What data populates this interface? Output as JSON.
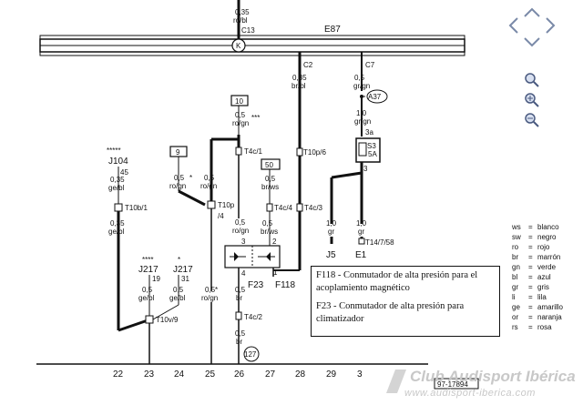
{
  "top_wire": {
    "size": "0,35",
    "color": "ro/bl",
    "connector": "C13"
  },
  "bus": {
    "label": "E87",
    "k_symbol": "K"
  },
  "wire_c2": {
    "connector": "C2",
    "size": "0,35",
    "color": "br/bl"
  },
  "wire_c7": {
    "connector": "C7",
    "size": "0,5",
    "color": "gr/gn",
    "ref": "A37"
  },
  "fuse_wire": {
    "size": "1,0",
    "color": "gr/gn",
    "pin": "3a"
  },
  "fuse": {
    "label": "S3",
    "rating": "5A",
    "pin": "3"
  },
  "box10": {
    "label": "10",
    "size": "0,5",
    "color": "ro/gn",
    "stars": "***",
    "conn": "T4c/1"
  },
  "t10p6": {
    "label": "T10p/6"
  },
  "box9": {
    "label": "9",
    "size": "0,5",
    "color": "ro/gn",
    "star": "*"
  },
  "box50": {
    "label": "50",
    "size": "0,5",
    "color": "br/ws",
    "conn": "T4c/4"
  },
  "mid_wire": {
    "size": "0,5",
    "color": "ro/gn",
    "conn": "T10p",
    "conn_sub": "/4"
  },
  "conn_t4c3": {
    "label": "T4c/3"
  },
  "j104": {
    "stars": "*****",
    "label": "J104",
    "pin": "45",
    "size": "0,35",
    "color": "ge/bl",
    "conn": "T10b/1",
    "size2": "0,35",
    "color2": "ge/bl"
  },
  "j217a": {
    "stars": "****",
    "label": "J217",
    "pin": "19",
    "size": "0,5",
    "color": "ge/bl"
  },
  "j217b": {
    "star": "*",
    "label": "J217",
    "pin": "31",
    "size": "0,5",
    "color": "ge/bl"
  },
  "conn_t10v9": {
    "label": "T10v/9"
  },
  "switch_f23": {
    "label": "F23",
    "wire_top": "0,5",
    "wire_top_c": "ro/gn",
    "pin_top": "3",
    "pin_l": "4",
    "pin_r": "2",
    "pin_r2": "1"
  },
  "switch_f118": {
    "label": "F118",
    "wire_top": "0,5",
    "wire_top_c": "br/ws"
  },
  "wire_bottom": {
    "size": "0,5",
    "color": "br",
    "conn": "T4c/2",
    "size2": "0,5",
    "color2": "br",
    "ref": "127"
  },
  "wire_j5": {
    "size": "1,0",
    "color": "gr",
    "label": "J5"
  },
  "wire_e1": {
    "size": "1,0",
    "color": "gr",
    "label": "E1",
    "conn": "T14/7/58"
  },
  "wire_a": {
    "size": "0,5",
    "color": "ro/gn",
    "star": "*"
  },
  "legend": [
    {
      "code": "ws",
      "name": "blanco"
    },
    {
      "code": "sw",
      "name": "negro"
    },
    {
      "code": "ro",
      "name": "rojo"
    },
    {
      "code": "br",
      "name": "marrón"
    },
    {
      "code": "gn",
      "name": "verde"
    },
    {
      "code": "bl",
      "name": "azul"
    },
    {
      "code": "gr",
      "name": "gris"
    },
    {
      "code": "li",
      "name": "lila"
    },
    {
      "code": "ge",
      "name": "amarillo"
    },
    {
      "code": "or",
      "name": "naranja"
    },
    {
      "code": "rs",
      "name": "rosa"
    }
  ],
  "note": {
    "line1": "F118 - Conmutador de alta presión para el acoplamiento magnético",
    "line2": "F23 - Conmutador de alta presión para climatizador"
  },
  "columns": [
    "22",
    "23",
    "24",
    "25",
    "26",
    "27",
    "28",
    "29",
    "3"
  ],
  "doc_code": "97-17894",
  "watermark": {
    "line1": "Club Audisport Ibérica",
    "line2": "www.audisport-iberica.com"
  },
  "nav": {
    "up": "up-arrow",
    "left": "left-arrow",
    "right": "right-arrow",
    "down": "down-arrow",
    "zoom": "zoom-icon",
    "zoom_in": "zoom-in-icon",
    "zoom_out": "zoom-out-icon"
  }
}
